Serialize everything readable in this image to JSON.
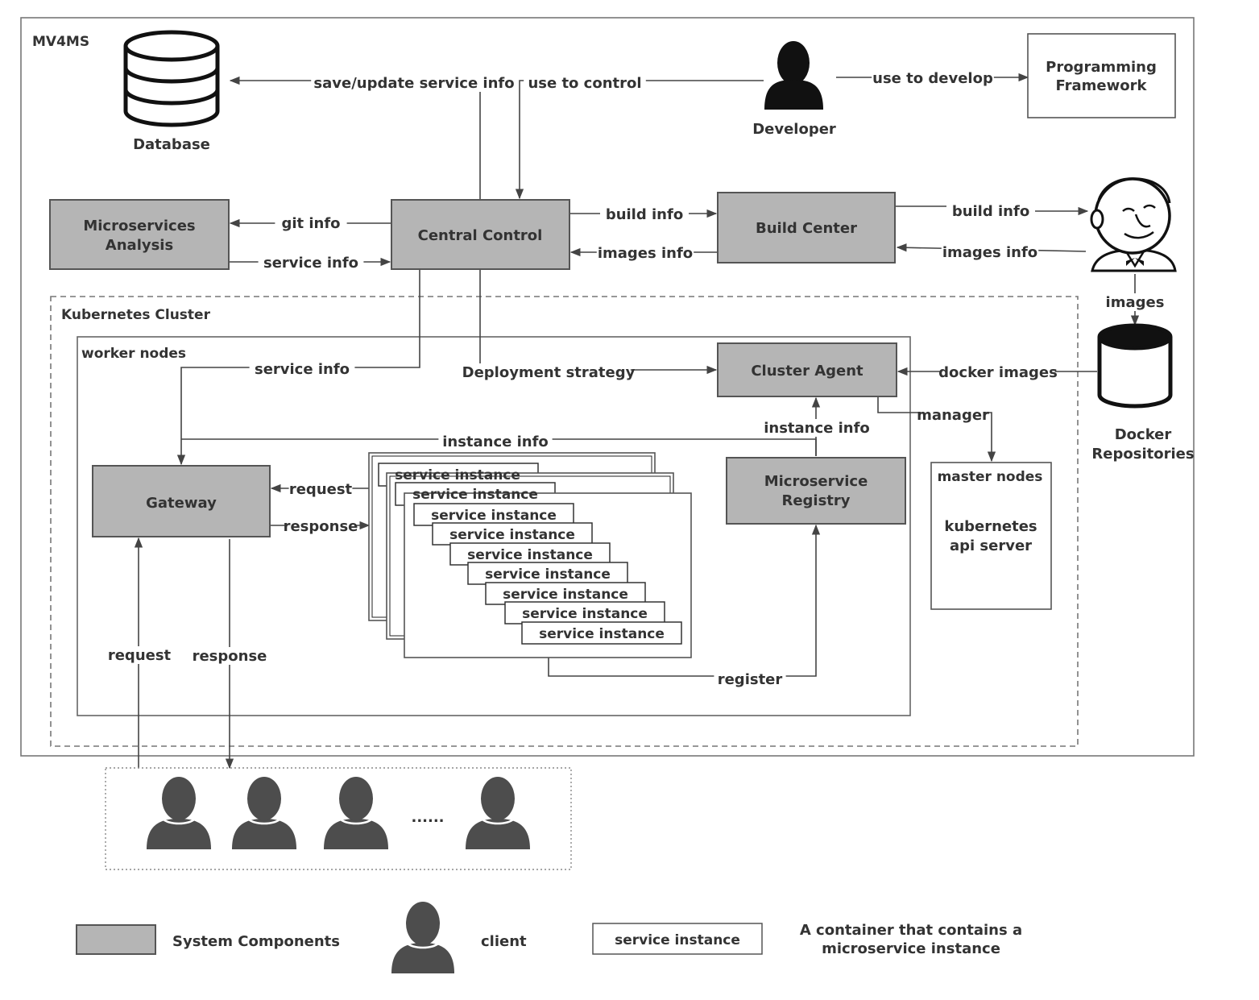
{
  "labels": {
    "system_title": "MV4MS",
    "database": "Database",
    "developer": "Developer",
    "programming_framework_1": "Programming",
    "programming_framework_2": "Framework",
    "microservices_analysis_1": "Microservices",
    "microservices_analysis_2": "Analysis",
    "central_control": "Central Control",
    "build_center": "Build Center",
    "kubernetes_cluster": "Kubernetes Cluster",
    "worker_nodes": "worker nodes",
    "cluster_agent": "Cluster Agent",
    "gateway": "Gateway",
    "microservice_registry_1": "Microservice",
    "microservice_registry_2": "Registry",
    "master_nodes": "master nodes",
    "kube_api_1": "kubernetes",
    "kube_api_2": "api server",
    "docker_repos_1": "Docker",
    "docker_repos_2": "Repositories",
    "service_instance": "service instance",
    "clients_ellipsis": "......"
  },
  "edges": {
    "save_update": "save/update service info",
    "use_to_control": "use to control",
    "use_to_develop": "use to develop",
    "git_info": "git info",
    "service_info_ma": "service info",
    "build_info_cc": "build info",
    "images_info_cc": "images info",
    "build_info_jenkins": "build info",
    "images_info_jenkins": "images info",
    "images": "images",
    "service_info_gw": "service info",
    "deployment_strategy": "Deployment strategy",
    "docker_images": "docker images",
    "instance_info_agent": "instance info",
    "manager": "manager",
    "instance_info_gw": "instance info",
    "request_gw": "request",
    "response_gw": "response",
    "register": "register",
    "request_client": "request",
    "response_client": "response"
  },
  "legend": {
    "system_components": "System Components",
    "client": "client",
    "service_instance": "service instance",
    "container_desc_1": "A container that contains a",
    "container_desc_2": "microservice instance"
  },
  "icons": {
    "database": "database-icon",
    "developer": "person-icon",
    "jenkins": "jenkins-butler-icon",
    "docker_repository": "cylinder-icon",
    "client": "person-icon"
  },
  "colors": {
    "component_fill": "#b5b5b5",
    "person_fill": "#4d4d4d",
    "line": "#444444"
  }
}
